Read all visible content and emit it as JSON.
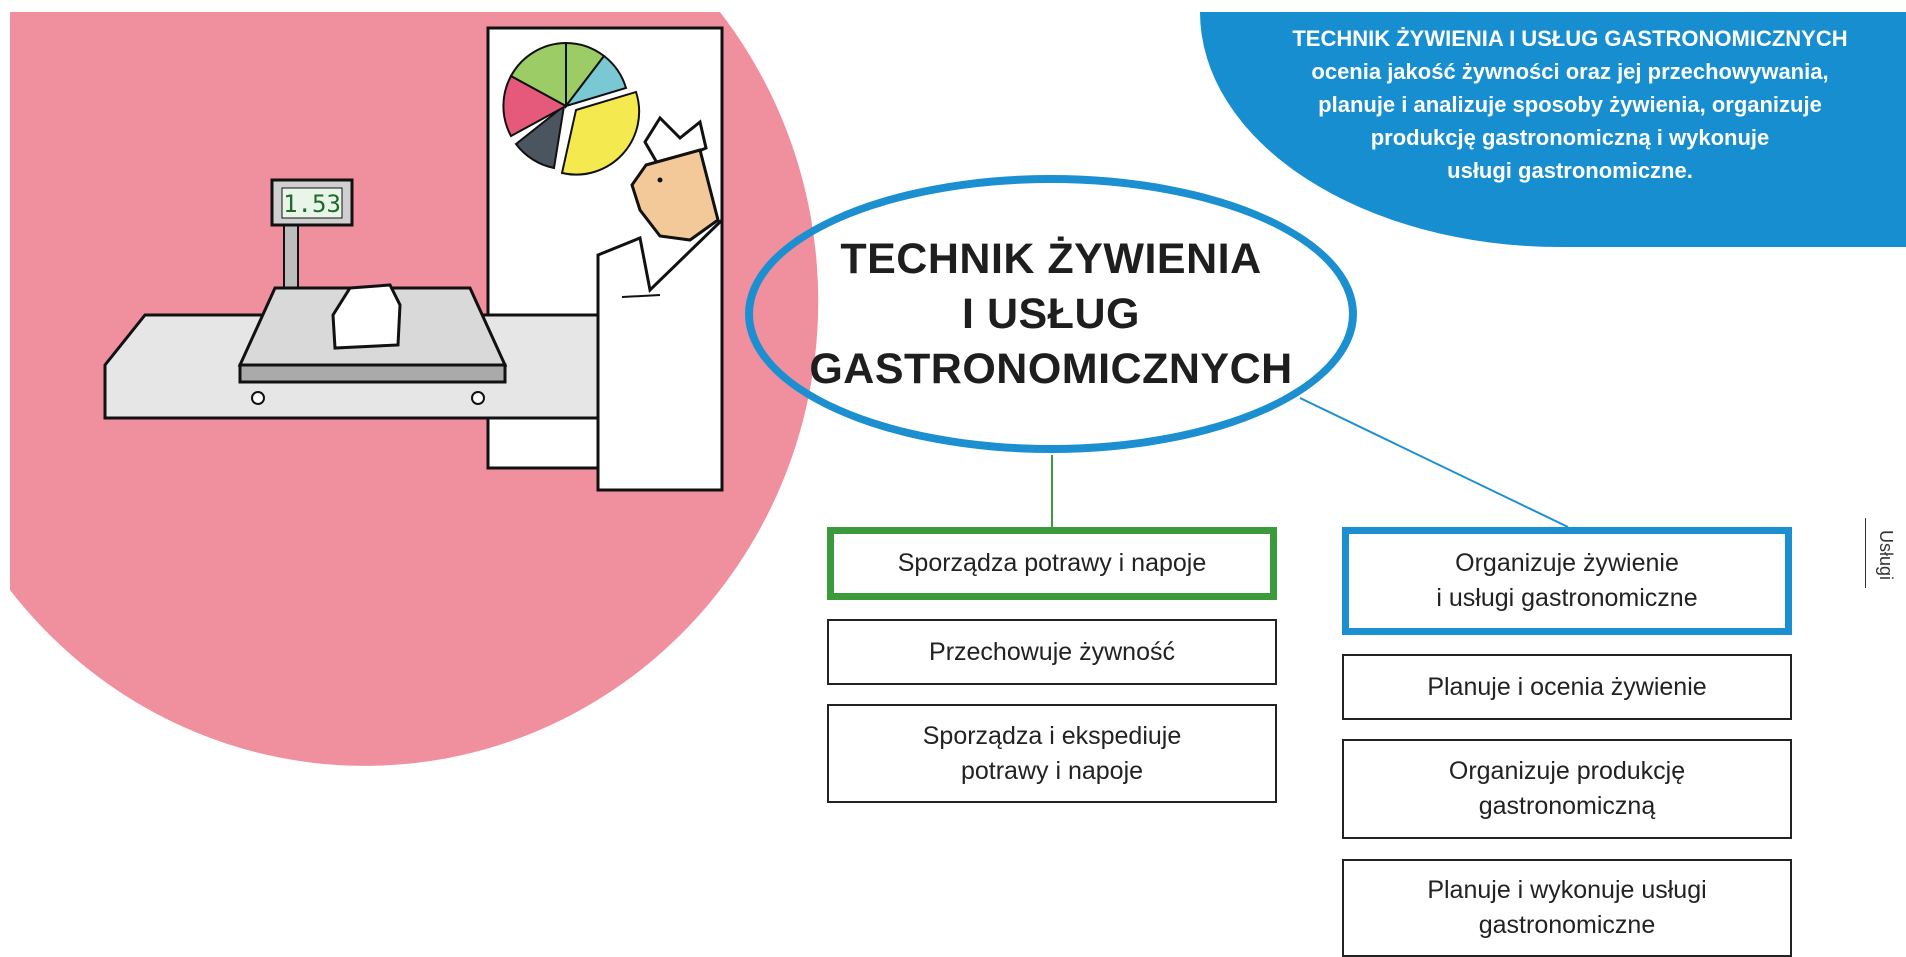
{
  "info": {
    "lines": [
      "TECHNIK ŻYWIENIA I USŁUG GASTRONOMICZNYCH",
      "ocenia jakość żywności oraz jej przechowywania,",
      "planuje i analizuje sposoby żywienia, organizuje",
      "produkcję gastronomiczną i wykonuje",
      "usługi gastronomiczne."
    ]
  },
  "title": {
    "lines": [
      "TECHNIK ŻYWIENIA",
      "I USŁUG",
      "GASTRONOMICZNYCH"
    ]
  },
  "left_column": {
    "header": "Sporządza potrawy i napoje",
    "items": [
      "Przechowuje żywność",
      "Sporządza i ekspediuje\npotrawy i napoje"
    ]
  },
  "right_column": {
    "header": "Organizuje żywienie\ni usługi gastronomiczne",
    "items": [
      "Planuje i ocenia żywienie",
      "Organizuje produkcję\ngastronomiczną",
      "Planuje i wykonuje usługi\ngastronomiczne"
    ]
  },
  "illustration": {
    "scale_display": "1.53"
  },
  "side_label": "Usługi",
  "colors": {
    "blue": "#1c8fd1",
    "green": "#3a9a3c",
    "pink": "#f08f9d",
    "pie": [
      "#9ccc65",
      "#7ac8d3",
      "#f4e94e",
      "#4a5560",
      "#e55a7a"
    ]
  }
}
